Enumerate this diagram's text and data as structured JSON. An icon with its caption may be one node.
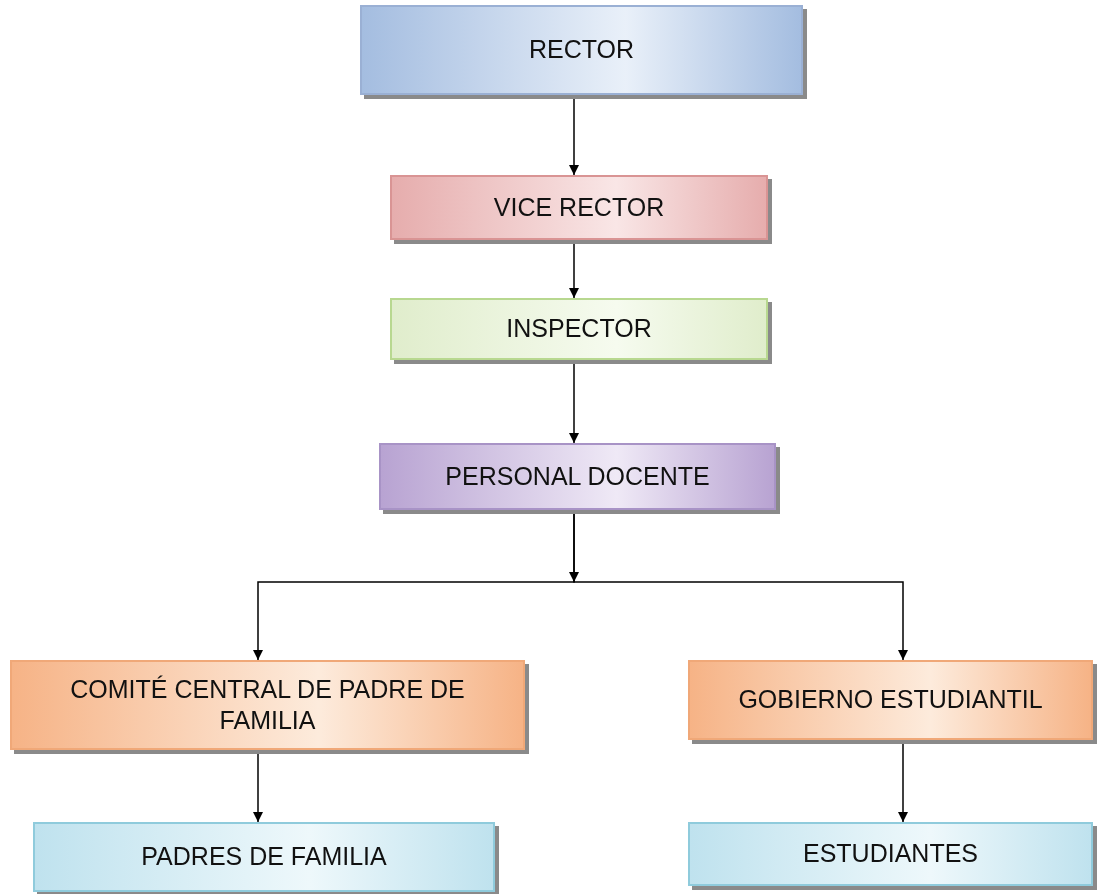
{
  "diagram": {
    "nodes": [
      {
        "text": [
          "RECTOR"
        ]
      },
      {
        "text": [
          "VICE RECTOR"
        ]
      },
      {
        "text": [
          "INSPECTOR"
        ]
      },
      {
        "text": [
          "PERSONAL DOCENTE"
        ]
      },
      {
        "text": [
          "COMITÉ CENTRAL DE PADRE DE FAMILIA"
        ]
      },
      {
        "text": [
          "GOBIERNO ESTUDIANTIL"
        ]
      },
      {
        "text": [
          "PADRES DE FAMILIA"
        ]
      },
      {
        "text": [
          "ESTUDIANTES"
        ]
      }
    ],
    "edges": [
      {
        "from": 0,
        "to": 1,
        "arrow": "to"
      },
      {
        "from": 1,
        "to": 2,
        "arrow": "to"
      },
      {
        "from": 2,
        "to": 3,
        "arrow": "to"
      },
      {
        "from": 3,
        "to": 4,
        "arrow": "to"
      },
      {
        "from": 3,
        "to": 5,
        "arrow": "to"
      },
      {
        "from": 4,
        "to": 6,
        "arrow": "to"
      },
      {
        "from": 5,
        "to": 7,
        "arrow": "to"
      }
    ]
  }
}
